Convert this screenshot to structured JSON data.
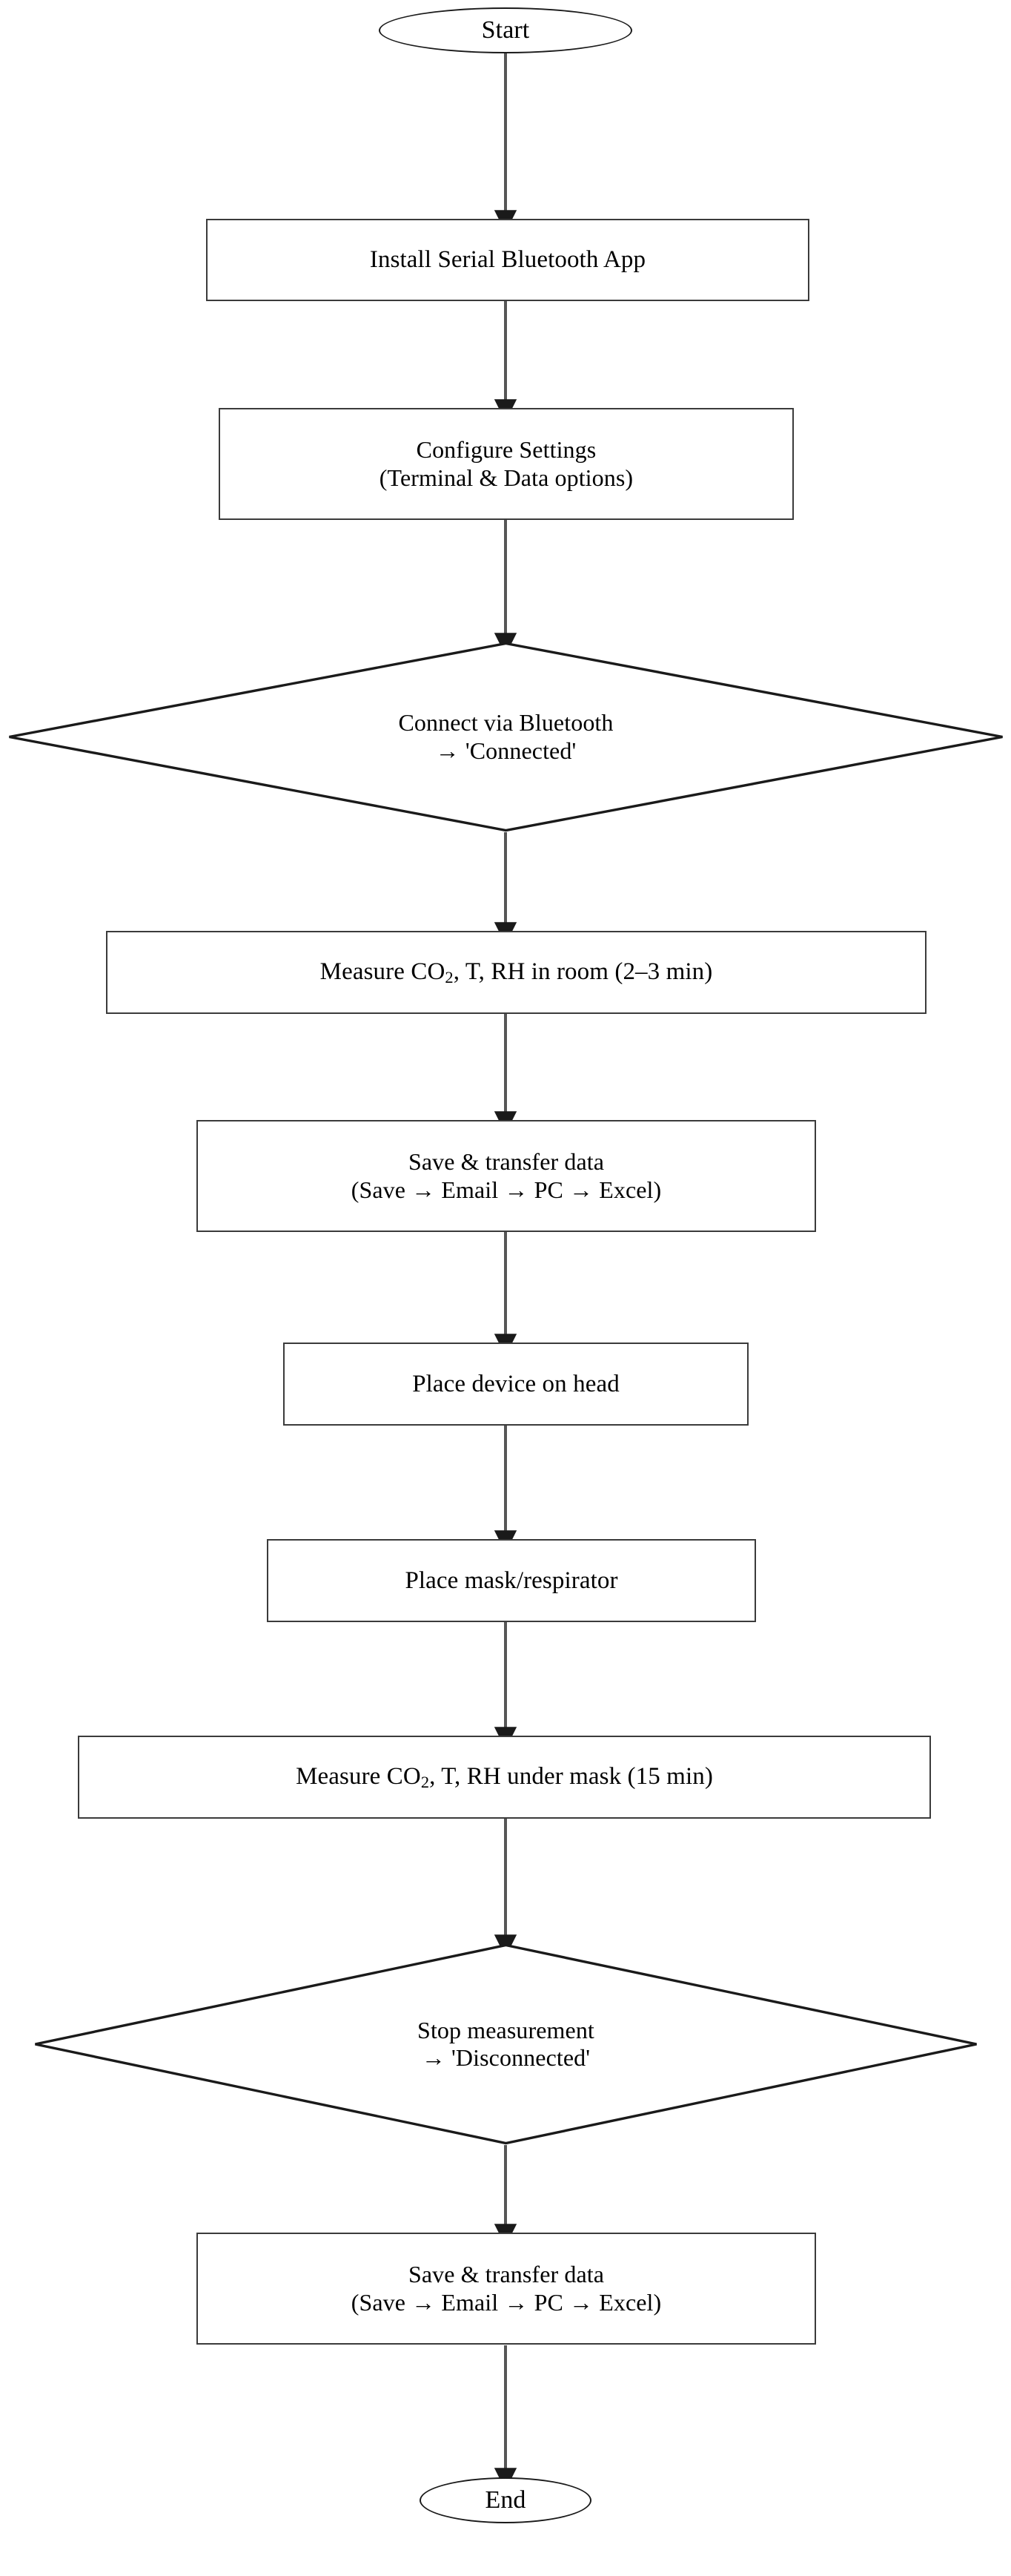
{
  "diagram": {
    "title": "Serial Bluetooth CO2 measurement procedure flowchart",
    "orientation": "top-to-bottom",
    "stroke_color": "#1a1a1a",
    "box_stroke_color": "#3b3b3b",
    "background_color": "#ffffff",
    "nodes": [
      {
        "id": "start",
        "type": "terminator",
        "label": "Start"
      },
      {
        "id": "install",
        "type": "process",
        "label": "Install Serial Bluetooth App"
      },
      {
        "id": "configure",
        "type": "process",
        "line1": "Configure Settings",
        "line2": "(Terminal & Data options)"
      },
      {
        "id": "connect",
        "type": "decision",
        "line1": "Connect via Bluetooth",
        "line2": "→ 'Connected'"
      },
      {
        "id": "measure-room",
        "type": "process",
        "prefix": "Measure CO",
        "sub": "2",
        "suffix": ", T, RH in room (2–3 min)"
      },
      {
        "id": "save-transfer-1",
        "type": "process",
        "line1": "Save & transfer data",
        "line2": "(Save → Email → PC → Excel)"
      },
      {
        "id": "place-device",
        "type": "process",
        "label": "Place device on head"
      },
      {
        "id": "place-mask",
        "type": "process",
        "label": "Place mask/respirator"
      },
      {
        "id": "measure-mask",
        "type": "process",
        "prefix": "Measure CO",
        "sub": "2",
        "suffix": ", T, RH under mask (15 min)"
      },
      {
        "id": "stop-measurement",
        "type": "decision",
        "line1": "Stop measurement",
        "line2": "→ 'Disconnected'"
      },
      {
        "id": "save-transfer-2",
        "type": "process",
        "line1": "Save & transfer data",
        "line2": "(Save → Email → PC → Excel)"
      },
      {
        "id": "end",
        "type": "terminator",
        "label": "End"
      }
    ],
    "edges": [
      {
        "from": "start",
        "to": "install"
      },
      {
        "from": "install",
        "to": "configure"
      },
      {
        "from": "configure",
        "to": "connect"
      },
      {
        "from": "connect",
        "to": "measure-room"
      },
      {
        "from": "measure-room",
        "to": "save-transfer-1"
      },
      {
        "from": "save-transfer-1",
        "to": "place-device"
      },
      {
        "from": "place-device",
        "to": "place-mask"
      },
      {
        "from": "place-mask",
        "to": "measure-mask"
      },
      {
        "from": "measure-mask",
        "to": "stop-measurement"
      },
      {
        "from": "stop-measurement",
        "to": "save-transfer-2"
      },
      {
        "from": "save-transfer-2",
        "to": "end"
      }
    ]
  }
}
